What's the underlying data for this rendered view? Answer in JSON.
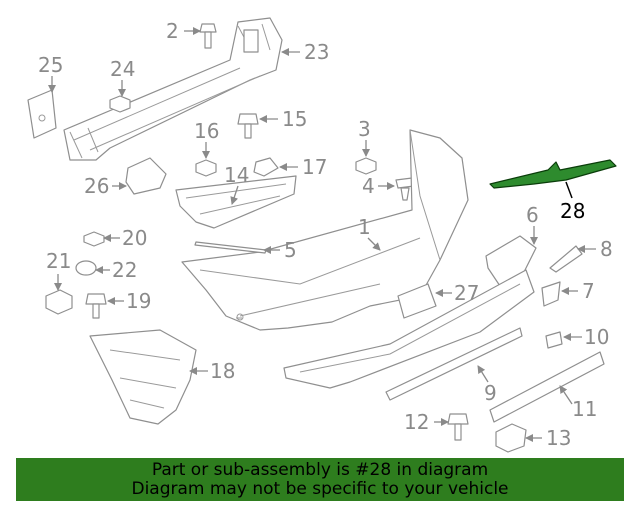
{
  "callouts": [
    {
      "id": "1",
      "label": "1"
    },
    {
      "id": "2",
      "label": "2"
    },
    {
      "id": "3",
      "label": "3"
    },
    {
      "id": "4",
      "label": "4"
    },
    {
      "id": "5",
      "label": "5"
    },
    {
      "id": "6",
      "label": "6"
    },
    {
      "id": "7",
      "label": "7"
    },
    {
      "id": "8",
      "label": "8"
    },
    {
      "id": "9",
      "label": "9"
    },
    {
      "id": "10",
      "label": "10"
    },
    {
      "id": "11",
      "label": "11"
    },
    {
      "id": "12",
      "label": "12"
    },
    {
      "id": "13",
      "label": "13"
    },
    {
      "id": "14",
      "label": "14"
    },
    {
      "id": "15",
      "label": "15"
    },
    {
      "id": "16",
      "label": "16"
    },
    {
      "id": "17",
      "label": "17"
    },
    {
      "id": "18",
      "label": "18"
    },
    {
      "id": "19",
      "label": "19"
    },
    {
      "id": "20",
      "label": "20"
    },
    {
      "id": "21",
      "label": "21"
    },
    {
      "id": "22",
      "label": "22"
    },
    {
      "id": "23",
      "label": "23"
    },
    {
      "id": "24",
      "label": "24"
    },
    {
      "id": "25",
      "label": "25"
    },
    {
      "id": "26",
      "label": "26"
    },
    {
      "id": "27",
      "label": "27"
    },
    {
      "id": "28",
      "label": "28"
    }
  ],
  "highlighted_part": "28",
  "colors": {
    "highlight": "#2e8b2e",
    "banner": "#2e7d1e",
    "line": "#8f8f8f"
  },
  "banner": {
    "line1": "Part or sub-assembly is #28 in diagram",
    "line2": "Diagram may not be specific to your vehicle"
  }
}
